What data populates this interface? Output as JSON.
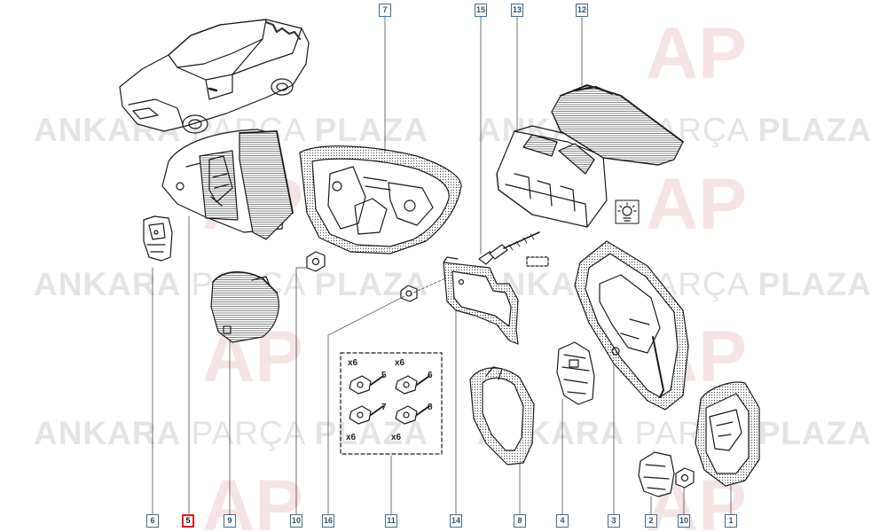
{
  "watermark": {
    "brand_bold_1": "ANKARA",
    "brand_thin": "PARÇA",
    "brand_bold_2": "PLAZA",
    "logo_text": "AP"
  },
  "callouts": [
    {
      "id": "c6",
      "label": "6"
    },
    {
      "id": "c5",
      "label": "5",
      "selected": true
    },
    {
      "id": "c9",
      "label": "9"
    },
    {
      "id": "c10a",
      "label": "10"
    },
    {
      "id": "c16",
      "label": "16"
    },
    {
      "id": "c11",
      "label": "11"
    },
    {
      "id": "c14",
      "label": "14"
    },
    {
      "id": "c8",
      "label": "8"
    },
    {
      "id": "c4",
      "label": "4"
    },
    {
      "id": "c3",
      "label": "3"
    },
    {
      "id": "c2",
      "label": "2"
    },
    {
      "id": "c10b",
      "label": "10"
    },
    {
      "id": "c1",
      "label": "1"
    },
    {
      "id": "c7",
      "label": "7"
    },
    {
      "id": "c15",
      "label": "15"
    },
    {
      "id": "c13",
      "label": "13"
    },
    {
      "id": "c12",
      "label": "12"
    }
  ],
  "fastener_kit": {
    "qty_a": "x6",
    "qty_b": "x6",
    "qty_c": "x6",
    "qty_d": "x6",
    "ref_5": "5",
    "ref_6": "6",
    "ref_7": "7",
    "ref_8": "8"
  },
  "icons": [
    "car-icon",
    "lamp-bulb-icon",
    "clip-symbol-icon"
  ]
}
